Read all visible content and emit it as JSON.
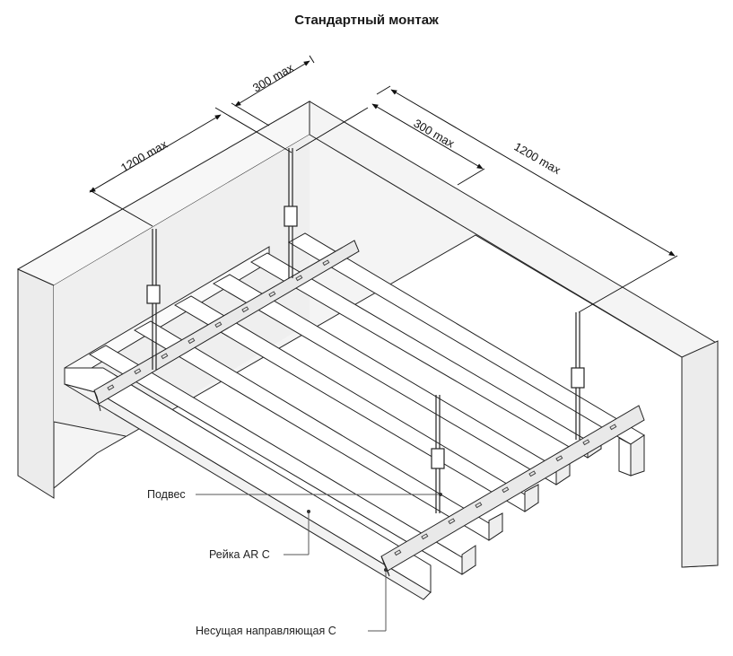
{
  "title": "Стандартный монтаж",
  "dimensions": {
    "left_span": "1200 max",
    "left_offset": "300 max",
    "right_offset": "300 max",
    "right_span": "1200 max"
  },
  "callouts": {
    "hanger": "Подвес",
    "rail": "Рейка AR C",
    "carrier": "Несущая направляющая С"
  },
  "colors": {
    "line": "#222222",
    "wall_fill": "#f3f3f3",
    "rail_fill": "#ffffff",
    "carrier_fill": "#e9e9e9"
  }
}
